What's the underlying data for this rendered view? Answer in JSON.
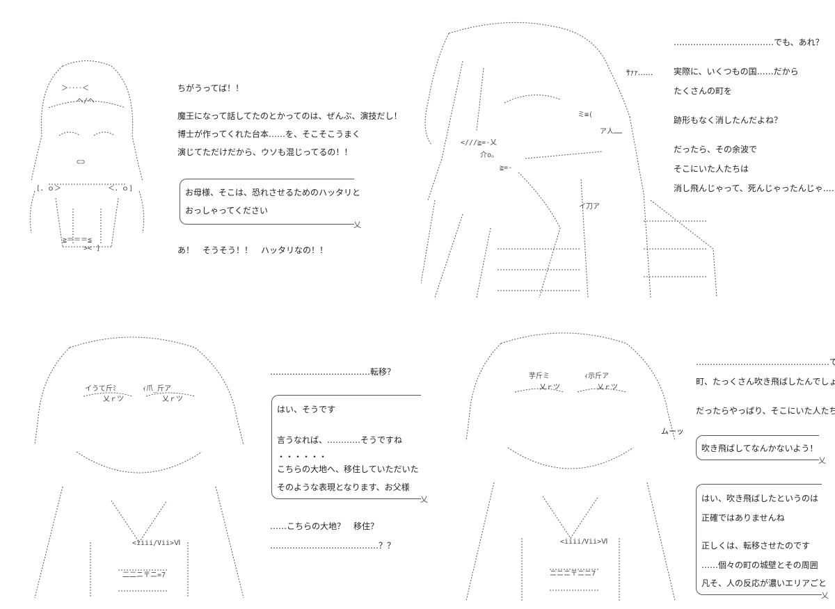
{
  "panel1": {
    "lines": [
      "ちがうってば！！",
      "魔王になって話してたのとかってのは、ぜんぶ、演技だし！",
      "博士が作ってくれた台本……を、そこそこうまく",
      "演じてただけだから、ウソも混じってるの！！"
    ],
    "bubble": [
      "お母様、そこは、恐れさせるためのハッタリと",
      "おっしゃってください"
    ],
    "after": "あ！　そうそう！！　ハッタリなの！！",
    "aa_face": [
      "＞‥‥＜",
      "ヘ/ヘ",
      "⊂⊃",
      "[．ｏ＞",
      "＜．ｏ]",
      ">< ]",
      "≧＝＝＝≦"
    ]
  },
  "panel2": {
    "lines": [
      "………………………………でも、あれ？",
      "実際に、いくつもの国……だから",
      "たくさんの町を",
      "跡形もなく消したんだよね？",
      "だったら、その余波で",
      "そこにいた人たちは",
      "消し飛んじゃって、死んじゃったんじゃ……"
    ],
    "sfx": "ｻｧｧ……",
    "aa_glyphs": [
      "イ刀ア",
      "ア人……",
      "ミ≡(",
      "<///≧=-乂",
      "介o。",
      "≧=-"
    ]
  },
  "panel3": {
    "top": "………………………………転移？",
    "bubble": [
      "はい、そうです",
      "言うなれば、…………そうですね",
      "・・・・・・",
      "こちらの大地へ、移住していただいた",
      "そのような表現となります、お父様"
    ],
    "after": [
      "……こちらの大地？　移住？",
      "…………………………………？？"
    ],
    "aa_glyphs": [
      "イうて斤ﾐ",
      "ｨ爪_斤ア",
      "乂ｒツ",
      "乂ｒツ",
      "<iiii/",
      "Vii>Ⅵ",
      "二二ニ〒ニ=7"
    ]
  },
  "panel4": {
    "top": "…………………………………………でも",
    "lines": [
      "町、たっくさん吹き飛ばしたんでしょ？",
      "だったらやっぱり、そこにいた人たちが"
    ],
    "bubble1": [
      "吹き飛ばしてなんかないよう！"
    ],
    "bubble2": [
      "はい、吹き飛ばしたというのは",
      "正確ではありませんね",
      "正しくは、転移させたのです",
      "……個々の町の城壁とその周囲",
      "凡そ、人の反応が濃いエリアごと"
    ],
    "sfx": "ムーッ",
    "aa_glyphs": [
      "芋斤ミ",
      "ｨ示斤ア",
      "乂ｒツ",
      "乂ｒツ",
      "<iiii/",
      "Vii>Ⅵ",
      "ニニニ〒ニニ7"
    ]
  }
}
